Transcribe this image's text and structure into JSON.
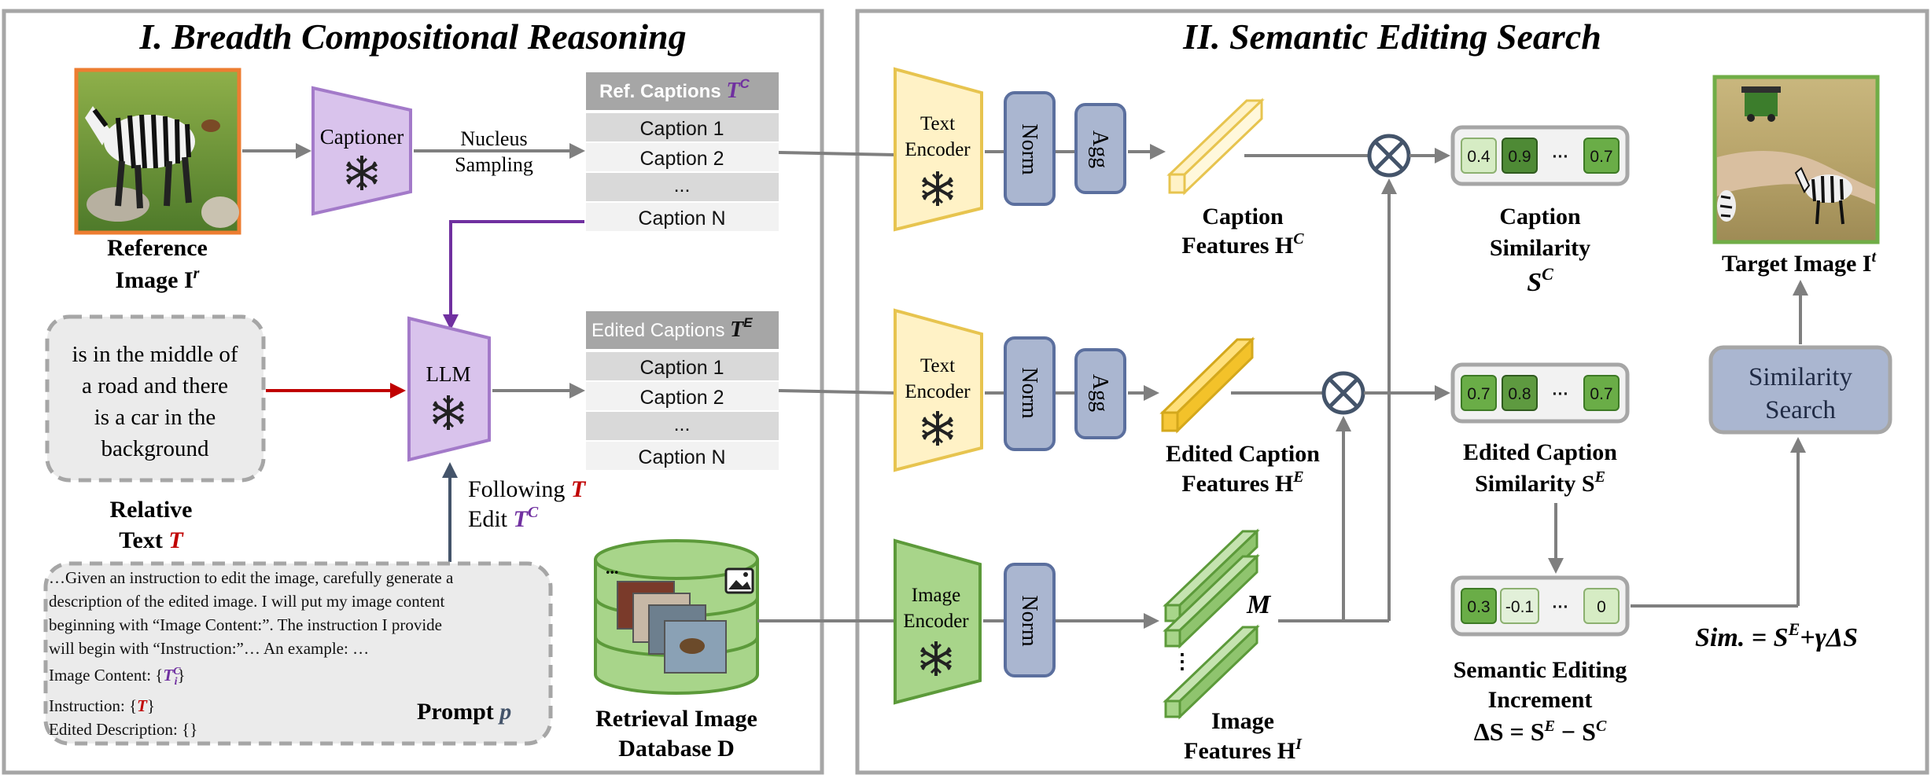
{
  "section1": {
    "title": "I.  Breadth Compositional Reasoning",
    "reference_label": "Reference",
    "reference_symbol": "Image I",
    "reference_sup": "r",
    "captioner_label": "Captioner",
    "nucleus_label_1": "Nucleus",
    "nucleus_label_2": "Sampling",
    "ref_captions_header": "Ref. Captions ",
    "ref_captions_symbol": "T",
    "ref_captions_sup": "C",
    "ref_captions": [
      "Caption 1",
      "Caption 2",
      "...",
      "Caption N"
    ],
    "edited_captions_header": "Edited Captions ",
    "edited_captions_symbol": "T",
    "edited_captions_sup": "E",
    "edited_captions": [
      "Caption 1",
      "Caption 2",
      "...",
      "Caption N"
    ],
    "llm_label": "LLM",
    "relative_text_lines": [
      "is in the middle of",
      "a road and there",
      "is a car in the",
      "background"
    ],
    "relative_label": "Relative",
    "relative_text_label": "Text ",
    "relative_symbol": "T",
    "following_label": "Following ",
    "following_symbol": "T",
    "edit_label": "Edit ",
    "edit_symbol": "T",
    "edit_sup": "C",
    "prompt_lines": [
      "…Given an instruction to edit the image, carefully generate a",
      "description of the edited image. I will put my image content",
      "beginning with “Image Content:”. The instruction I provide",
      "will begin with “Instruction:”… An example: …"
    ],
    "prompt_image_content": "Image Content: {",
    "prompt_image_symbol": "T",
    "prompt_image_sub": "i",
    "prompt_image_sup": "C",
    "prompt_close": "}",
    "prompt_instruction": "Instruction: {",
    "prompt_instruction_symbol": "T",
    "prompt_edited": "Edited Description: {}",
    "prompt_label": "Prompt ",
    "prompt_symbol": "p",
    "database_label_1": "Retrieval Image",
    "database_label_2": "Database D"
  },
  "section2": {
    "title": "II.  Semantic Editing Search",
    "text_encoder_1": "Text",
    "text_encoder_2": "Encoder",
    "image_encoder_1": "Image",
    "image_encoder_2": "Encoder",
    "norm_label": "Norm",
    "agg_label": "Agg",
    "caption_features_1": "Caption",
    "caption_features_2": "Features H",
    "caption_features_sup": "C",
    "edited_features_1": "Edited Caption",
    "edited_features_2": "Features H",
    "edited_features_sup": "E",
    "image_features_1": "Image",
    "image_features_2": "Features H",
    "image_features_sup": "I",
    "m_label": "M",
    "caption_similarity_1": "Caption",
    "caption_similarity_2": "Similarity",
    "caption_similarity_symbol": "S",
    "caption_similarity_sup": "C",
    "caption_sim_values": [
      "0.4",
      "0.9",
      "···",
      "0.7"
    ],
    "edited_similarity_1": "Edited Caption",
    "edited_similarity_2": "Similarity S",
    "edited_similarity_sup": "E",
    "edited_sim_values": [
      "0.7",
      "0.8",
      "···",
      "0.7"
    ],
    "increment_values": [
      "0.3",
      "-0.1",
      "···",
      "0"
    ],
    "increment_label_1": "Semantic Editing",
    "increment_label_2": "Increment",
    "increment_formula": "ΔS = S",
    "increment_formula_sup1": "E",
    "increment_formula_mid": " − S",
    "increment_formula_sup2": "C",
    "similarity_search_1": "Similarity",
    "similarity_search_2": "Search",
    "target_label": "Target Image I",
    "target_sup": "t",
    "sim_formula": "Sim. = S",
    "sim_formula_sup": "E",
    "sim_formula_rest": "+γΔS"
  },
  "colors": {
    "purple_fill": "#d9c3ec",
    "purple_stroke": "#a37ac9",
    "yellow_fill": "#fff2c6",
    "yellow_stroke": "#e7c44f",
    "green_fill": "#a8d58a",
    "green_stroke": "#5c9a3a",
    "blue_fill": "#aab6d0",
    "blue_stroke": "#5b6f9e",
    "red_arrow": "#c00000",
    "purple_arrow": "#7030a0",
    "reference_border": "#ed7d31",
    "target_border": "#70ad47"
  },
  "icons": [
    "snowflake-icon",
    "image-icon",
    "otimes-icon",
    "zebra-photo",
    "safari-photo"
  ]
}
